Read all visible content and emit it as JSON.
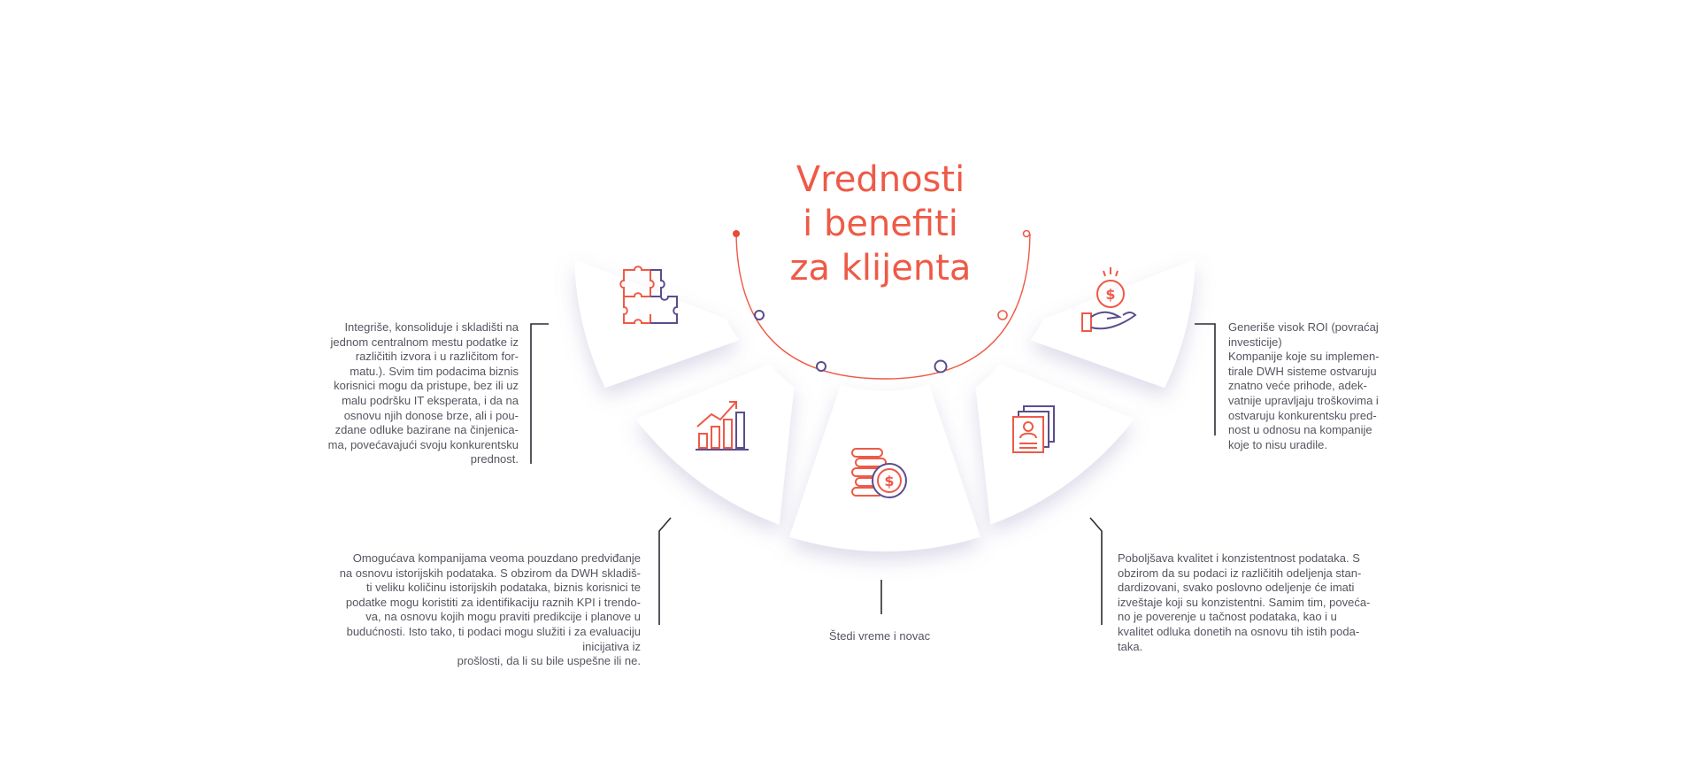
{
  "title": {
    "lines": [
      "Vrednosti",
      "i benefiti",
      "za klijenta"
    ]
  },
  "colors": {
    "accent": "#ee5a47",
    "secondary": "#5b4d8c",
    "text": "#55555f",
    "connector": "#2c2c34"
  },
  "segments": [
    {
      "id": "integracija",
      "icon": "puzzle-icon"
    },
    {
      "id": "predvidjanje",
      "icon": "growth-chart-icon"
    },
    {
      "id": "usteda",
      "icon": "coins-icon"
    },
    {
      "id": "kvalitet",
      "icon": "documents-icon"
    },
    {
      "id": "roi",
      "icon": "hand-money-icon"
    }
  ],
  "descriptions": {
    "integrise": [
      "Integriše, konsoliduje i skladišti na",
      "jednom centralnom mestu podatke iz",
      "različitih izvora i u različitom for-",
      "matu.). Svim tim podacima biznis",
      "korisnici mogu da pristupe, bez ili uz",
      "malu podršku IT eksperata, i da na",
      "osnovu njih donose brze, ali i pou-",
      "zdane odluke bazirane na činjenica-",
      "ma, povećavajući svoju konkurentsku",
      "prednost."
    ],
    "predvidjanje": [
      "Omogućava kompanijama veoma pouzdano predviđanje",
      "na osnovu istorijskih podataka. S obzirom da DWH skladiš-",
      "ti veliku količinu istorijskih podataka, biznis korisnici te",
      "podatke mogu koristiti za identifikaciju raznih KPI i trendo-",
      "va, na osnovu kojih mogu praviti predikcije i planove u",
      "budućnosti. Isto tako, ti podaci mogu služiti i za evaluaciju",
      "inicijativa iz",
      "prošlosti, da li su bile uspešne ili ne."
    ],
    "vreme": [
      "Štedi vreme i novac"
    ],
    "roi": [
      "Generiše visok ROI (povraćaj",
      "investicije)",
      "Kompanije koje su implemen-",
      "tirale DWH sisteme ostvaruju",
      "znatno veće prihode, adek-",
      "vatnije upravljaju troškovima i",
      "ostvaruju konkurentsku pred-",
      "nost u odnosu na kompanije",
      "koje to nisu uradile."
    ],
    "kvalitet": [
      "Poboljšava kvalitet i konzistentnost podataka. S",
      "obzirom da su podaci iz različitih odeljenja stan-",
      "dardizovani, svako poslovno odeljenje će imati",
      "izveštaje koji su konzistentni. Samim tim, poveća-",
      "no je poverenje u tačnost podataka, kao i u",
      "kvalitet odluka donetih na osnovu tih istih poda-",
      "taka."
    ]
  }
}
